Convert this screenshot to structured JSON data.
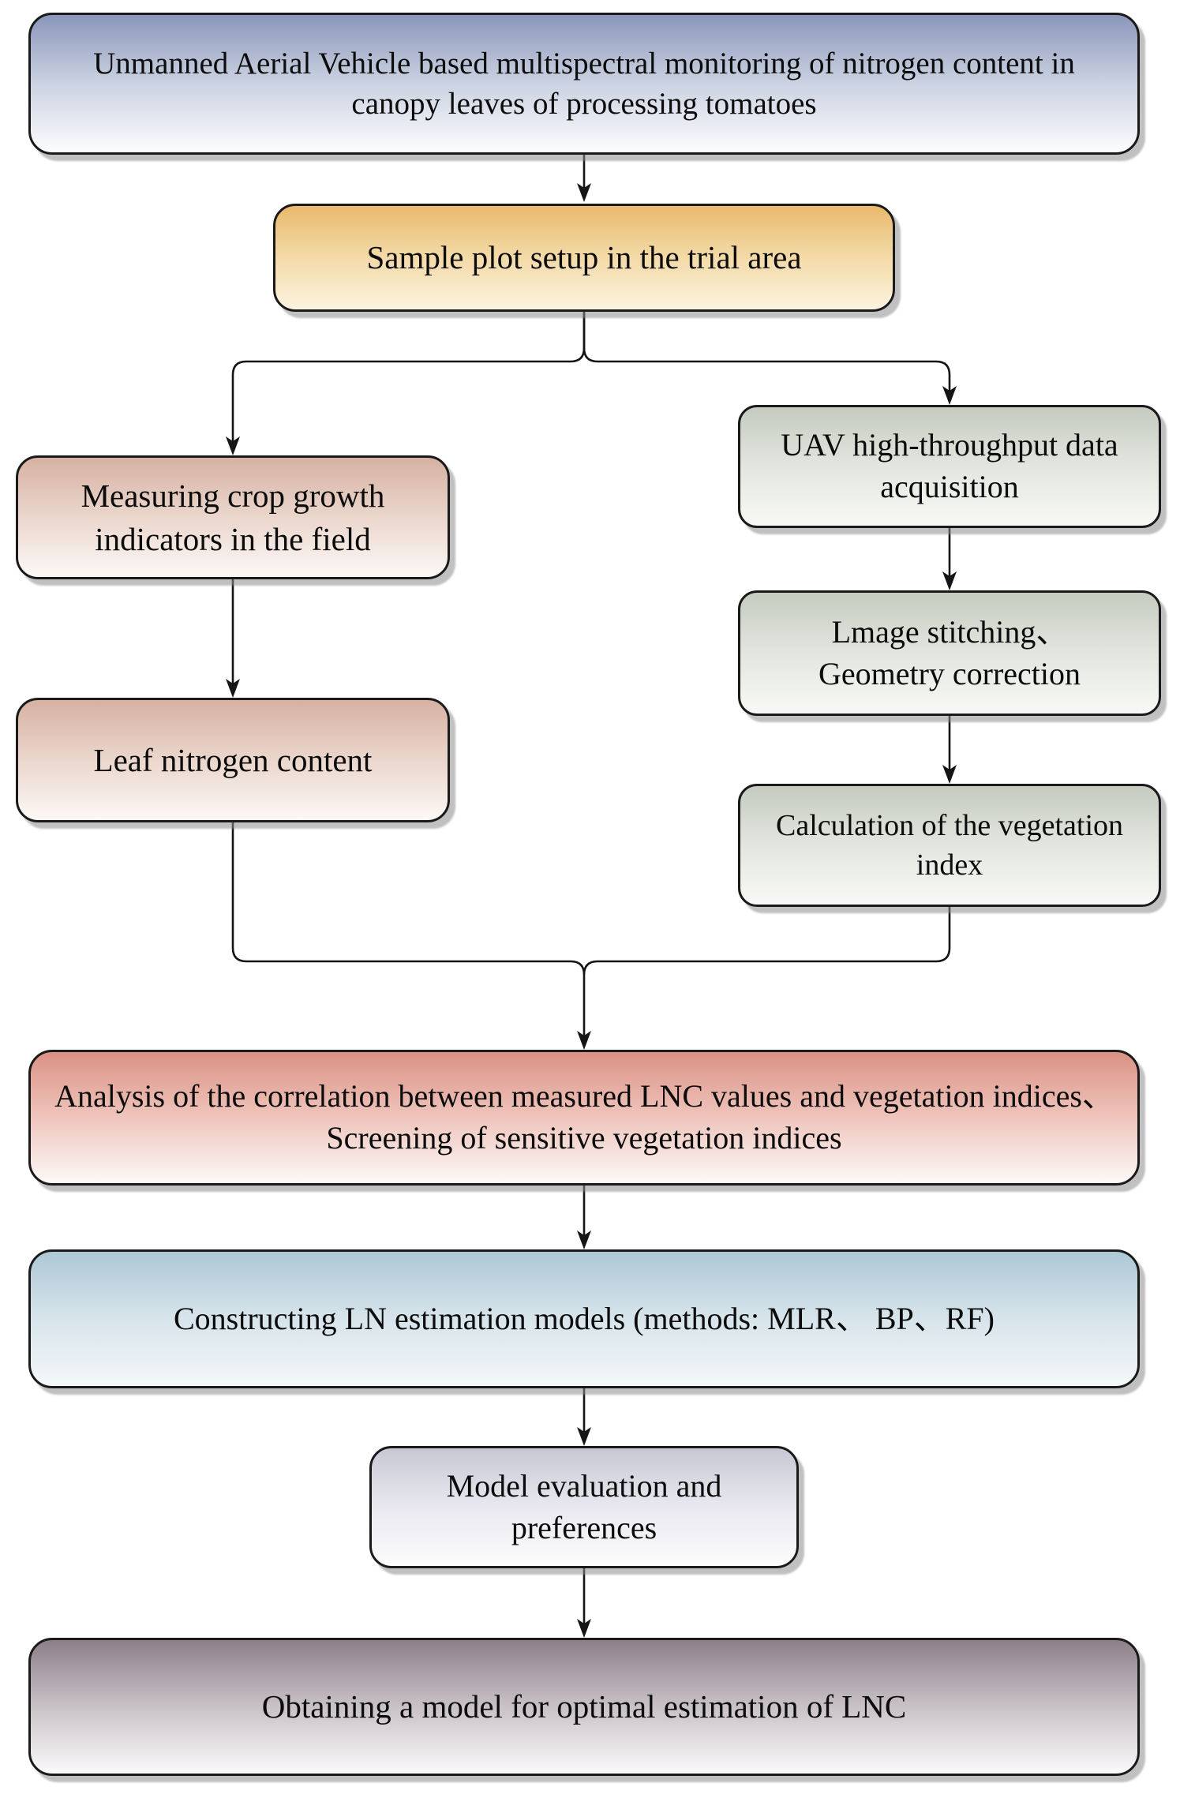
{
  "diagram": {
    "type": "flowchart",
    "title_node": "title",
    "nodes": {
      "title": {
        "label": "Unmanned Aerial Vehicle based multispectral monitoring of nitrogen content in canopy leaves of processing tomatoes",
        "fill_top": "#8a96ba",
        "fill_mid": "#c9d0e0",
        "fill_bottom": "#fdfdfe"
      },
      "sample_plot": {
        "label": "Sample plot setup in the trial area",
        "fill_top": "#e9b96d",
        "fill_mid": "#f3d9a6",
        "fill_bottom": "#fbf3df"
      },
      "field_measuring": {
        "label": "Measuring crop growth indicators in the field",
        "fill_top": "#d7b1a2",
        "fill_mid": "#ead5cb",
        "fill_bottom": "#fcf8f6"
      },
      "leaf_nitrogen": {
        "label": "Leaf nitrogen content",
        "fill_top": "#d7b1a2",
        "fill_mid": "#ead5cb",
        "fill_bottom": "#fcf8f6"
      },
      "uav_acquisition": {
        "label": "UAV high-throughput data acquisition",
        "fill_top": "#c5cbbf",
        "fill_mid": "#e2e5de",
        "fill_bottom": "#f8f9f6"
      },
      "image_stitching": {
        "label": "Lmage stitching、 Geometry correction",
        "fill_top": "#c5cbbf",
        "fill_mid": "#e2e5de",
        "fill_bottom": "#f8f9f6"
      },
      "vegetation_index": {
        "label": "Calculation of the vegetation index",
        "fill_top": "#c5cbbf",
        "fill_mid": "#e2e5de",
        "fill_bottom": "#f8f9f6"
      },
      "correlation_screening": {
        "label": "Analysis of the correlation between measured LNC values and vegetation indices、 Screening of sensitive vegetation indices",
        "fill_top": "#db9184",
        "fill_mid": "#eec3ba",
        "fill_bottom": "#fdf9f8"
      },
      "model_construction": {
        "label": "Constructing LN estimation models (methods: MLR、 BP、RF)",
        "fill_top": "#adc8d6",
        "fill_mid": "#d6e3ea",
        "fill_bottom": "#f4f8fa"
      },
      "model_evaluation": {
        "label": "Model evaluation and preferences",
        "fill_top": "#c8c8d5",
        "fill_mid": "#e7e7ee",
        "fill_bottom": "#fdfdfe"
      },
      "optimal_model": {
        "label": "Obtaining a model for optimal estimation of LNC",
        "fill_top": "#8d7f88",
        "fill_mid": "#c6bfc4",
        "fill_bottom": "#fbfafb"
      }
    },
    "edges": [
      {
        "from": "title",
        "to": "sample_plot"
      },
      {
        "from": "sample_plot",
        "to": "field_measuring"
      },
      {
        "from": "sample_plot",
        "to": "uav_acquisition"
      },
      {
        "from": "field_measuring",
        "to": "leaf_nitrogen"
      },
      {
        "from": "uav_acquisition",
        "to": "image_stitching"
      },
      {
        "from": "image_stitching",
        "to": "vegetation_index"
      },
      {
        "from": "leaf_nitrogen",
        "to": "correlation_screening"
      },
      {
        "from": "vegetation_index",
        "to": "correlation_screening"
      },
      {
        "from": "correlation_screening",
        "to": "model_construction"
      },
      {
        "from": "model_construction",
        "to": "model_evaluation"
      },
      {
        "from": "model_evaluation",
        "to": "optimal_model"
      }
    ],
    "colors": {
      "connector": "#151515",
      "node_border": "#1a1a1a",
      "background": "#ffffff"
    }
  }
}
